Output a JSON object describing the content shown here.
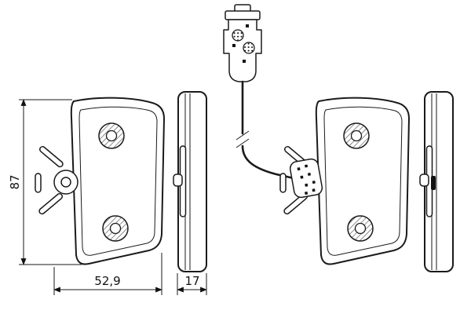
{
  "drawing": {
    "dimensions": {
      "height": "87",
      "width": "52,9",
      "thickness": "17"
    },
    "colors": {
      "line": "#1a1a1a",
      "background": "#ffffff"
    }
  }
}
